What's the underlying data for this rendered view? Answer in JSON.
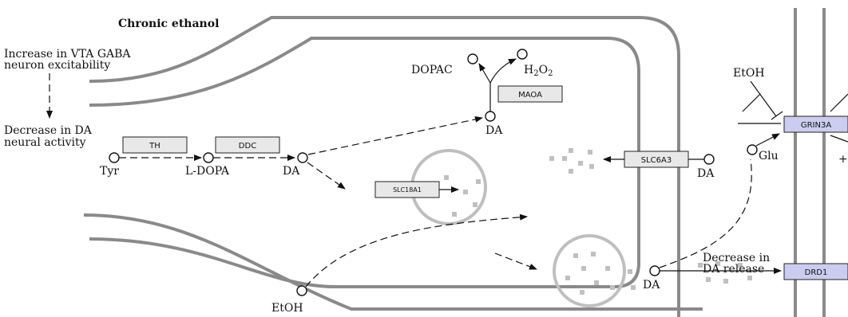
{
  "title": "Chronic ethanol",
  "labels": {
    "vta_line1": "Increase in VTA GABA",
    "vta_line2": "neuron excitability",
    "da_activity_line1": "Decrease in DA",
    "da_activity_line2": "neural activity",
    "tyr": "Tyr",
    "ldopa": "L-DOPA",
    "da1": "DA",
    "dopac": "DOPAC",
    "h2o2_main": "H",
    "h2o2_sub1": "2",
    "h2o2_o": "O",
    "h2o2_sub2": "2",
    "da_top": "DA",
    "da_right": "DA",
    "da_cleft": "DA",
    "etoh_bottom": "EtOH",
    "etoh_top": "EtOH",
    "glu": "Glu",
    "release_line1": "Decrease in",
    "release_line2": "DA release",
    "plus": "+"
  },
  "genes": {
    "th": "TH",
    "ddc": "DDC",
    "maoa": "MAOA",
    "slc18a1": "SLC18A1",
    "slc6a3": "SLC6A3",
    "grin3a": "GRIN3A",
    "drd1": "DRD1"
  },
  "colors": {
    "gene_box": "#e8e8e8",
    "target_box": "#ccccf0",
    "membrane": "#8a8a8a",
    "vesicle": "#bfbfbf"
  }
}
